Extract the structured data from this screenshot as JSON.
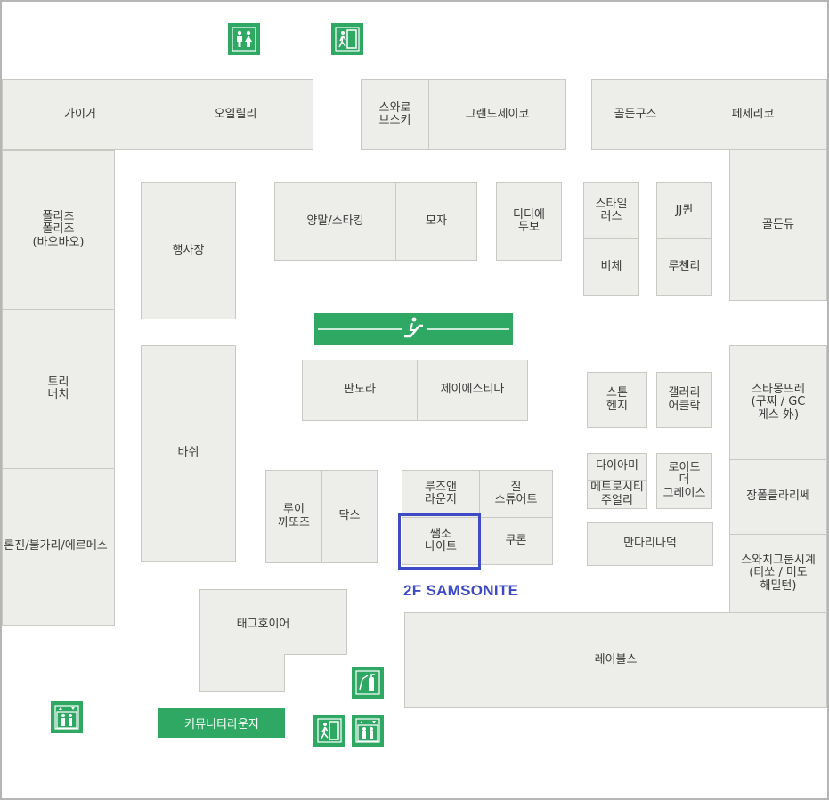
{
  "map_title": "",
  "highlight": {
    "store": "쌤소\n나이트",
    "label": "2F SAMSONITE",
    "color": "#3f4bc4"
  },
  "colors": {
    "store_fill": "#ededea",
    "store_border": "#c9c9c4",
    "facility_green": "#2fa864"
  },
  "stores": {
    "gaiger": "가이거",
    "oilily": "오일릴리",
    "swarovski": "스와로\n브스키",
    "grand_seiko": "그랜드세이코",
    "golden_goose": "골든구스",
    "fesselico": "페세리코",
    "police": "폴리츠\n폴리즈\n(바오바오)",
    "event_hall": "행사장",
    "socks_stocking": "양말/스타킹",
    "hats": "모자",
    "didier_dubot": "디디에\n두보",
    "style_rus": "스타일\n러스",
    "jj_queen": "JJ퀸",
    "golden_dew": "골든듀",
    "biche": "비체",
    "luchenri": "루첸리",
    "tory_burch": "토리\n버치",
    "pandora": "판도라",
    "jestina": "제이에스티나",
    "stone_henge": "스톤\n헨지",
    "gallery_oclock": "갤러리\n어클락",
    "montblanc": "스타몽뜨레\n(구찌 / GC\n게스 外)",
    "bash": "바쉬",
    "diamimi": "다이아미",
    "loyd": "로이드\n더\n그레이스",
    "metro_city": "메트로시티\n주얼리",
    "jangpol": "장폴클라리쎄",
    "louis_quatorze": "루이\n까또즈",
    "daks": "닥스",
    "loose_and_lounge": "루즈앤\n라운지",
    "jill_stuart": "질\n스튜어트",
    "samsonite": "쌤소\n나이트",
    "kuhn": "쿠론",
    "mandarina_duck": "만다리나덕",
    "swatch_group": "스와치그룹시계\n(티쏘 / 미도\n해밀턴)",
    "longines": "론진/불가리/에르메스",
    "tag_heuer": "태그호이어",
    "rayboles": "레이블스",
    "community_lounge": "커뮤니티라운지"
  },
  "facilities": {
    "restroom_top": "restroom-icon",
    "emergency_exit_top": "emergency-exit-icon",
    "escalator": "escalator-icon",
    "elevator_left": "elevator-icon",
    "fire_extinguisher": "fire-extinguisher-icon",
    "emergency_exit_bottom": "emergency-exit-icon",
    "elevator_bottom": "elevator-icon"
  }
}
